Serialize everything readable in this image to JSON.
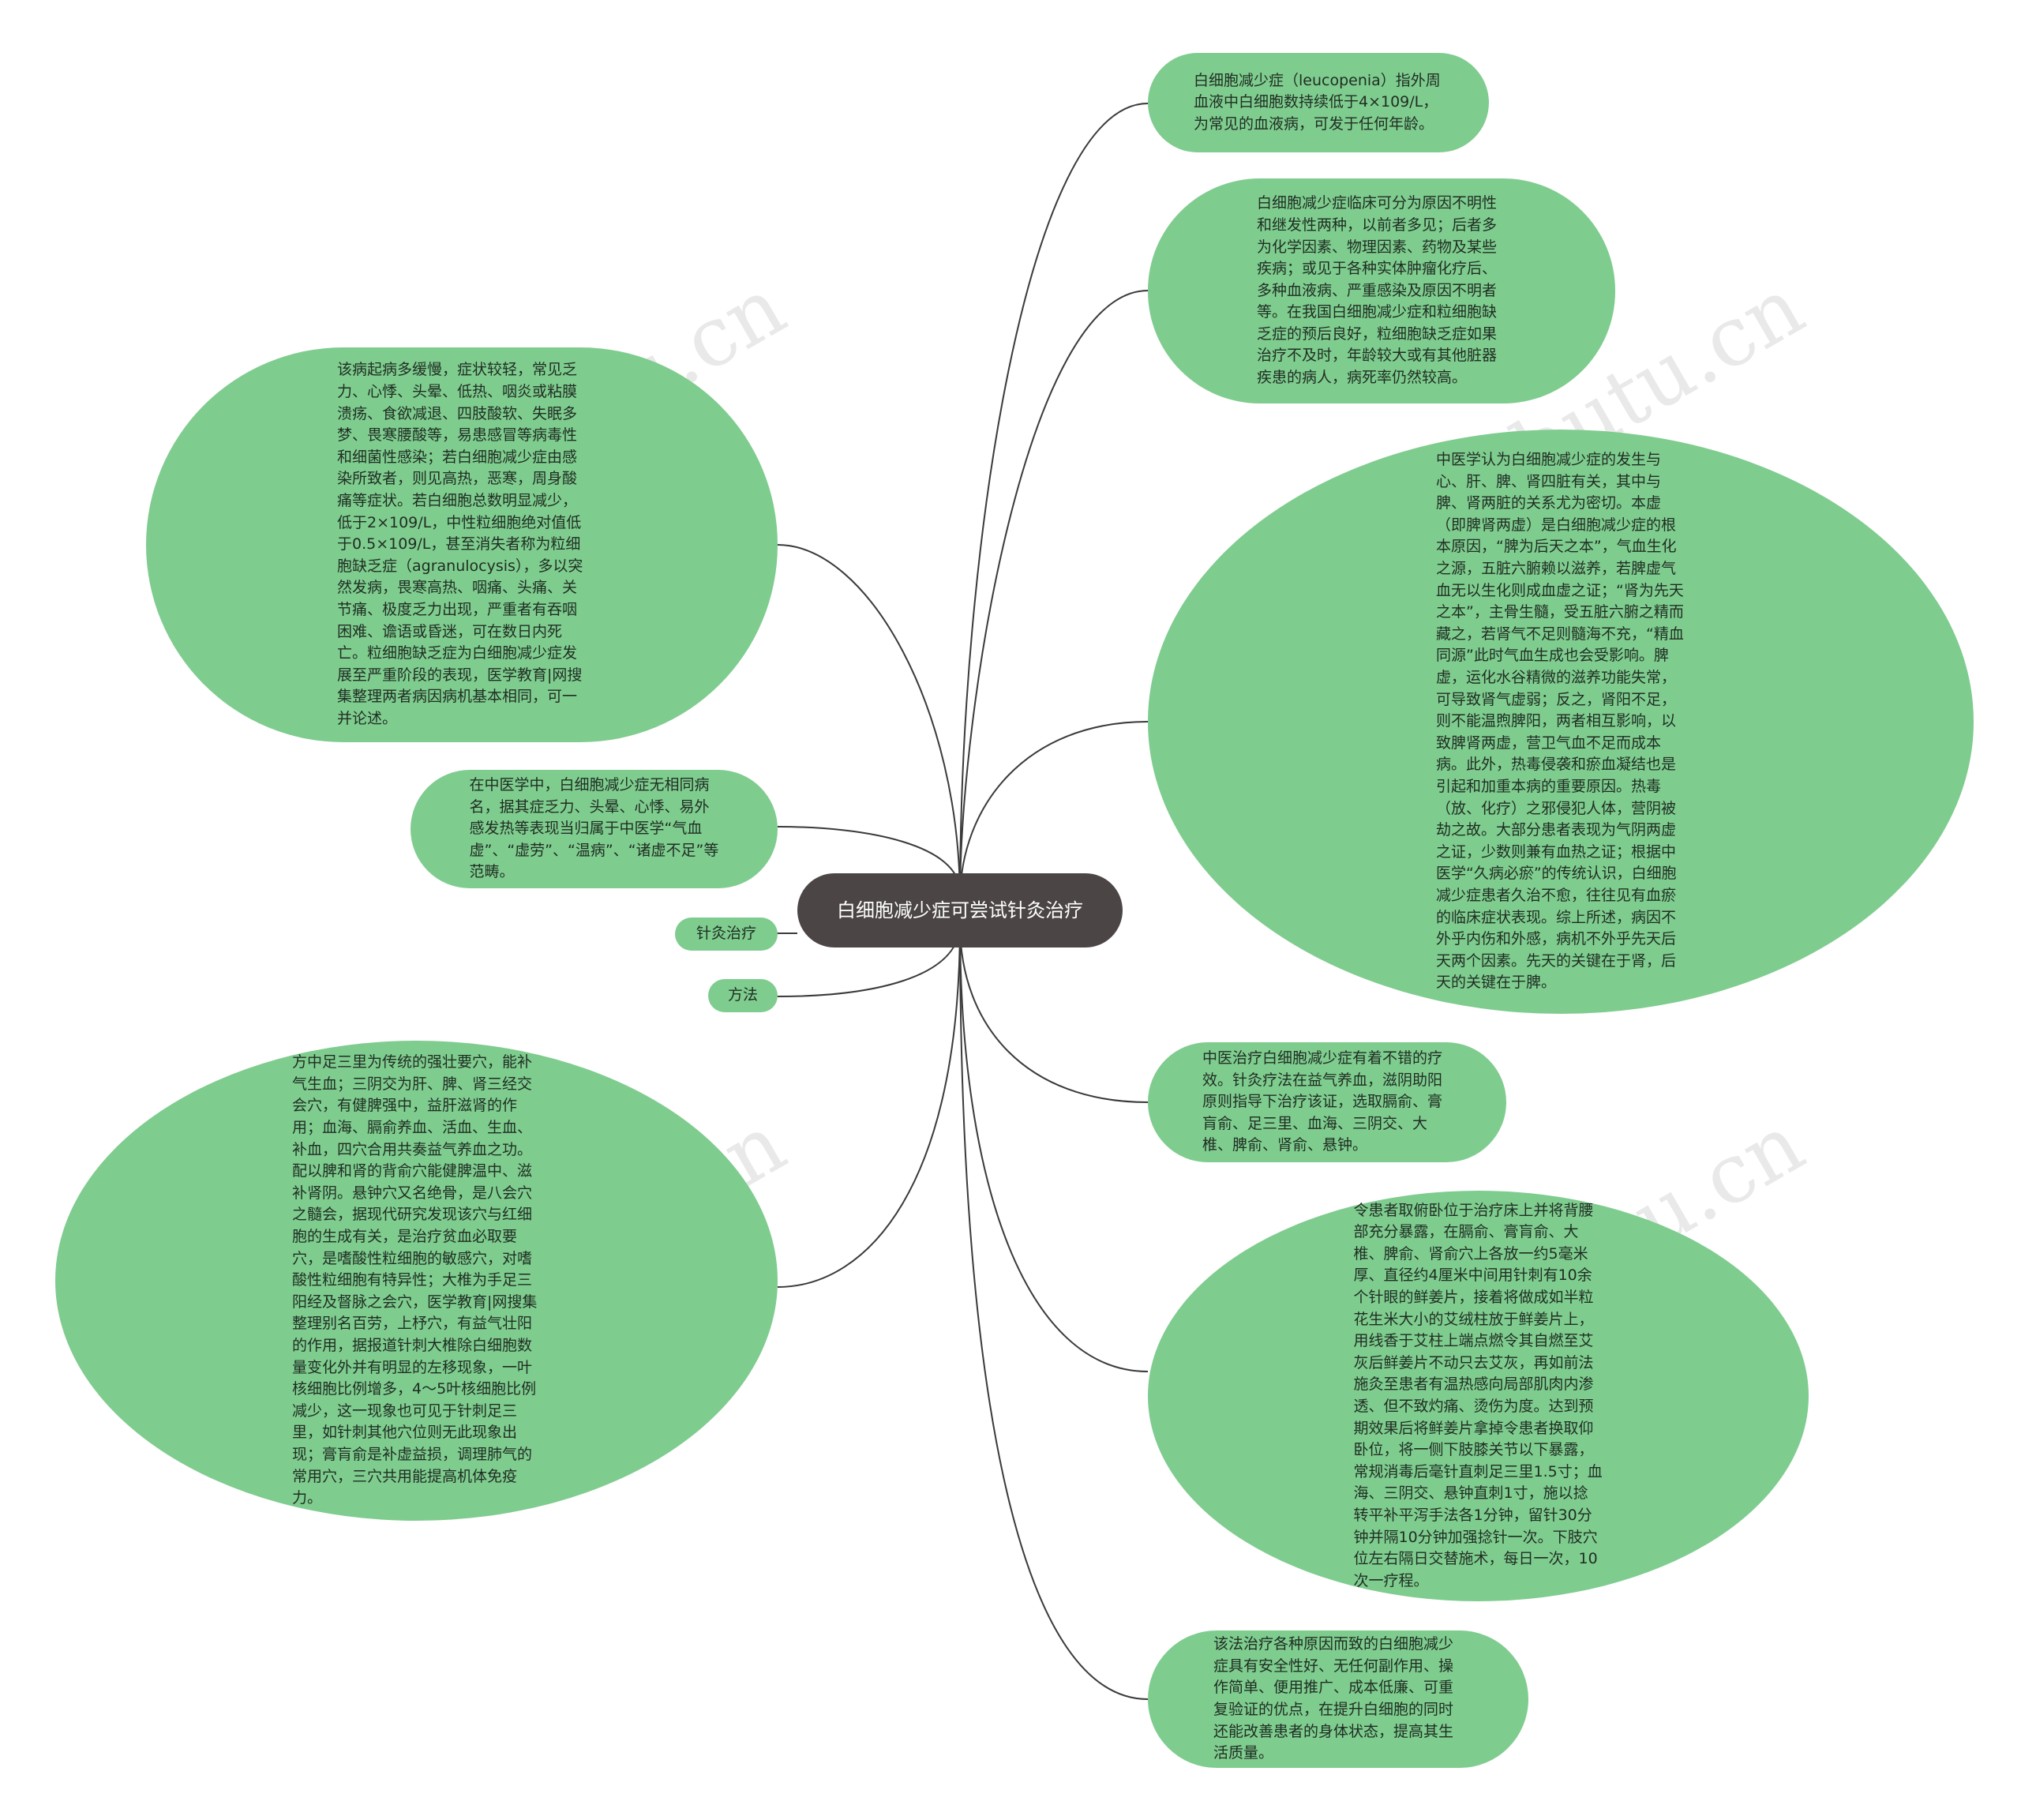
{
  "root": {
    "label": "白细胞减少症可尝试针灸治疗"
  },
  "right_nodes": [
    {
      "text": "白细胞减少症（leucopenia）指外周血液中白细胞数持续低于4×109/L，为常见的血液病，可发于任何年龄。"
    },
    {
      "text": "白细胞减少症临床可分为原因不明性和继发性两种，以前者多见；后者多为化学因素、物理因素、药物及某些疾病；或见于各种实体肿瘤化疗后、多种血液病、严重感染及原因不明者等。在我国白细胞减少症和粒细胞缺乏症的预后良好，粒细胞缺乏症如果治疗不及时，年龄较大或有其他脏器疾患的病人，病死率仍然较高。"
    },
    {
      "text": "中医学认为白细胞减少症的发生与心、肝、脾、肾四脏有关，其中与脾、肾两脏的关系尤为密切。本虚（即脾肾两虚）是白细胞减少症的根本原因，“脾为后天之本”，气血生化之源，五脏六腑赖以滋养，若脾虚气血无以生化则成血虚之证；“肾为先天之本”，主骨生髓，受五脏六腑之精而藏之，若肾气不足则髓海不充，“精血同源”此时气血生成也会受影响。脾虚，运化水谷精微的滋养功能失常，可导致肾气虚弱；反之，肾阳不足，则不能温煦脾阳，两者相互影响，以致脾肾两虚，营卫气血不足而成本病。此外，热毒侵袭和瘀血凝结也是引起和加重本病的重要原因。热毒（放、化疗）之邪侵犯人体，营阴被劫之故。大部分患者表现为气阴两虚之证，少数则兼有血热之证；根据中医学“久病必瘀”的传统认识，白细胞减少症患者久治不愈，往往见有血瘀的临床症状表现。综上所述，病因不外乎内伤和外感，病机不外乎先天后天两个因素。先天的关键在于肾，后天的关键在于脾。"
    },
    {
      "text": "中医治疗白细胞减少症有着不错的疗效。针灸疗法在益气养血，滋阴助阳原则指导下治疗该证，选取膈俞、膏肓俞、足三里、血海、三阴交、大椎、脾俞、肾俞、悬钟。"
    },
    {
      "text": "令患者取俯卧位于治疗床上并将背腰部充分暴露，在膈俞、膏肓俞、大椎、脾俞、肾俞穴上各放一约5毫米厚、直径约4厘米中间用针刺有10余个针眼的鲜姜片，接着将做成如半粒花生米大小的艾绒柱放于鲜姜片上，用线香于艾柱上端点燃令其自燃至艾灰后鲜姜片不动只去艾灰，再如前法施灸至患者有温热感向局部肌肉内渗透、但不致灼痛、烫伤为度。达到预期效果后将鲜姜片拿掉令患者换取仰卧位，将一侧下肢膝关节以下暴露，常规消毒后毫针直刺足三里1.5寸；血海、三阴交、悬钟直刺1寸，施以捻转平补平泻手法各1分钟，留针30分钟并隔10分钟加强捻针一次。下肢穴位左右隔日交替施术，每日一次，10次一疗程。"
    },
    {
      "text": "该法治疗各种原因而致的白细胞减少症具有安全性好、无任何副作用、操作简单、便用推广、成本低廉、可重复验证的优点，在提升白细胞的同时还能改善患者的身体状态，提高其生活质量。"
    }
  ],
  "left_nodes": [
    {
      "text": "该病起病多缓慢，症状较轻，常见乏力、心悸、头晕、低热、咽炎或粘膜溃疡、食欲减退、四肢酸软、失眠多梦、畏寒腰酸等，易患感冒等病毒性和细菌性感染；若白细胞减少症由感染所致者，则见高热，恶寒，周身酸痛等症状。若白细胞总数明显减少，低于2×109/L，中性粒细胞绝对值低于0.5×109/L，甚至消失者称为粒细胞缺乏症（agranulocysis），多以突然发病，畏寒高热、咽痛、头痛、关节痛、极度乏力出现，严重者有吞咽困难、谵语或昏迷，可在数日内死亡。粒细胞缺乏症为白细胞减少症发展至严重阶段的表现，医学教育|网搜集整理两者病因病机基本相同，可一并论述。"
    },
    {
      "text": "在中医学中，白细胞减少症无相同病名，据其症乏力、头晕、心悸、易外感发热等表现当归属于中医学“气血虚”、“虚劳”、“温病”、“诸虚不足”等范畴。"
    },
    {
      "text": "针灸治疗"
    },
    {
      "text": "方法"
    },
    {
      "text": "方中足三里为传统的强壮要穴，能补气生血；三阴交为肝、脾、肾三经交会穴，有健脾强中，益肝滋肾的作用；血海、膈俞养血、活血、生血、补血，四穴合用共奏益气养血之功。配以脾和肾的背俞穴能健脾温中、滋补肾阴。悬钟穴又名绝骨，是八会穴之髓会，据现代研究发现该穴与红细胞的生成有关，是治疗贫血必取要穴，是嗜酸性粒细胞的敏感穴，对嗜酸性粒细胞有特异性；大椎为手足三阳经及督脉之会穴，医学教育|网搜集整理别名百劳，上杼穴，有益气壮阳的作用，据报道针刺大椎除白细胞数量变化外并有明显的左移现象，一叶核细胞比例增多，4～5叶核细胞比例减少，这一现象也可见于针刺足三里，如针刺其他穴位则无此现象出现；膏肓俞是补虚益损，调理肺气的常用穴，三穴共用能提高机体免疫力。"
    }
  ],
  "watermarks": [
    "树图 shutu.cn",
    "树图 shutu.cn",
    "树图 shutu.cn",
    "树图 shutu.cn"
  ],
  "colors": {
    "node_fill": "#7fcc8f",
    "root_fill": "#4b4645",
    "link_stroke": "#3a3a3a",
    "background": "#ffffff"
  }
}
